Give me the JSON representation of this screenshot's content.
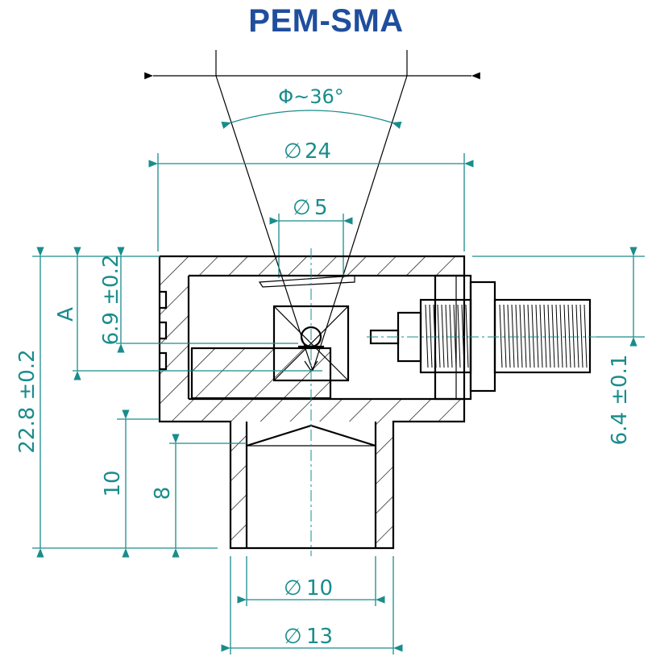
{
  "title": "PEM-SMA",
  "dimensions": {
    "view_angle": "Φ~36°",
    "outer_diameter": "24",
    "aperture_diameter": "5",
    "bottom_inner_diameter": "10",
    "bottom_outer_diameter": "13",
    "height_total": "22.8 ±0.2",
    "height_A_label": "A",
    "height_aperture": "6.9 ±0.2",
    "height_base": "10",
    "height_bore": "8",
    "height_connector": "6.4 ±0.1",
    "diameter_symbol": "∅"
  },
  "colors": {
    "title": "#1f4e9c",
    "dimension": "#1a8c8c",
    "outline": "#000000"
  }
}
